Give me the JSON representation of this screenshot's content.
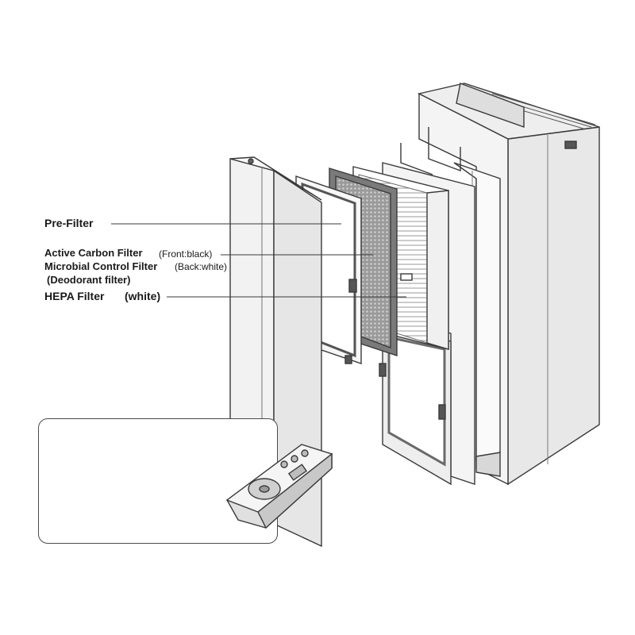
{
  "labels": {
    "pre_filter": "Pre-Filter",
    "active_carbon": "Active Carbon Filter",
    "active_carbon_note": "(Front:black)",
    "microbial": "Microbial Control Filter",
    "microbial_note": "(Back:white)",
    "deodorant": "(Deodorant filter)",
    "hepa": "HEPA Filter",
    "hepa_note": "(white)"
  },
  "colors": {
    "line": "#3a3a3a",
    "panel": "#f2f2f2",
    "panel_shade": "#d6d6d6",
    "carbon_mesh": "#8c8c8c",
    "frame_dark": "#6a6a6a"
  },
  "callout_box": {
    "text": ""
  }
}
